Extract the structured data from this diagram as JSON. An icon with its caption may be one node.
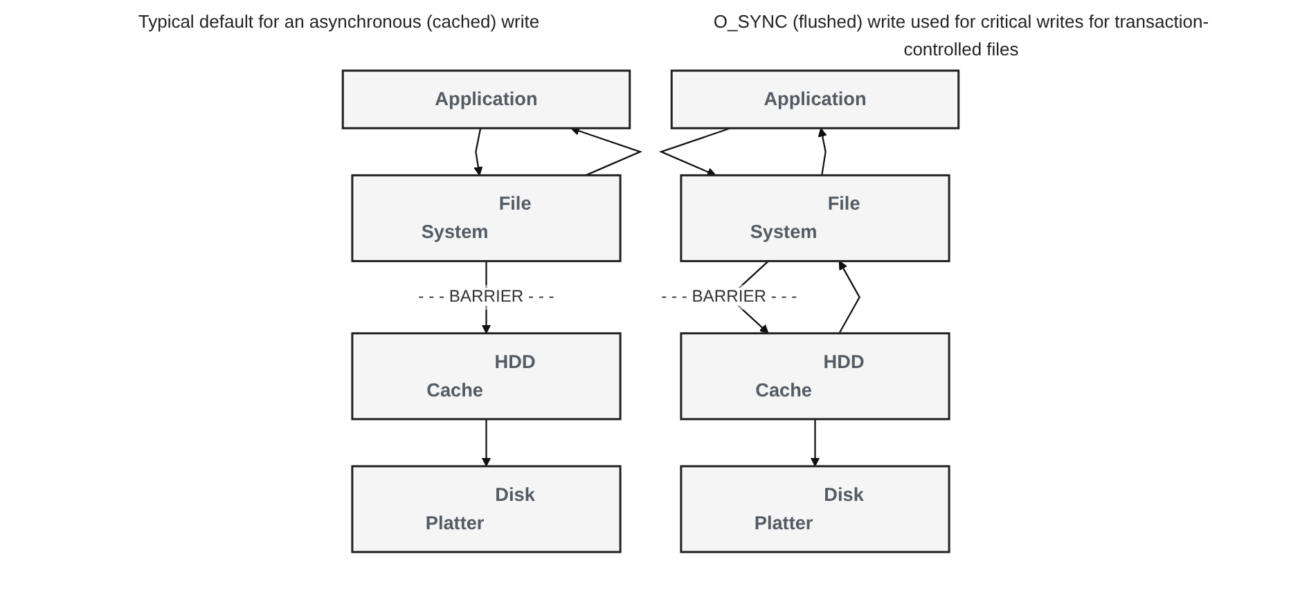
{
  "diagram": {
    "nodes": [
      {
        "text": [
          "Application"
        ]
      },
      {
        "text": [
          "File System"
        ]
      },
      {
        "text": [
          "HDD Cache"
        ]
      },
      {
        "text": [
          "Disk Platter"
        ]
      },
      {
        "text": [
          "Application"
        ]
      },
      {
        "text": [
          "File System"
        ]
      },
      {
        "text": [
          "HDD Cache"
        ]
      },
      {
        "text": [
          "Disk Platter"
        ]
      }
    ],
    "edges": [
      {
        "from": 0,
        "to": 1,
        "arrow": "to"
      },
      {
        "from": 1,
        "to": 0,
        "arrow": "to"
      },
      {
        "from": 1,
        "to": 2,
        "arrow": "to",
        "label": "- - - BARRIER - - -"
      },
      {
        "from": 2,
        "to": 3,
        "arrow": "to"
      },
      {
        "from": 4,
        "to": 5,
        "arrow": "to"
      },
      {
        "from": 5,
        "to": 4,
        "arrow": "to"
      },
      {
        "from": 5,
        "to": 6,
        "arrow": "to",
        "label": "- - - BARRIER - - -"
      },
      {
        "from": 6,
        "to": 5,
        "arrow": "to"
      },
      {
        "from": 6,
        "to": 7,
        "arrow": "to"
      }
    ],
    "labels": [
      "Typical default for an asynchronous (cached) write",
      "O_SYNC (flushed) write used for critical writes for transaction-controlled files"
    ]
  }
}
